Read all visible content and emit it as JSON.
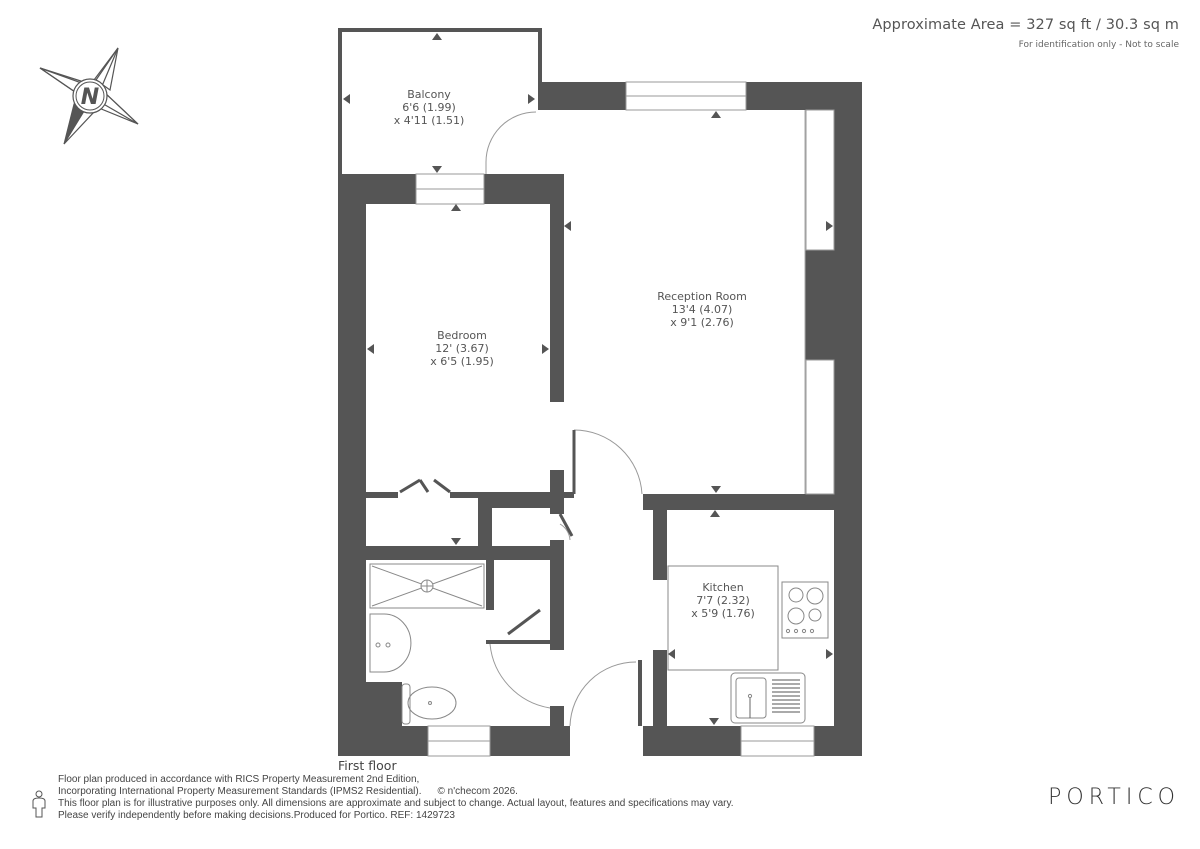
{
  "header": {
    "area_title": "Approximate Area = 327 sq ft / 30.3 sq m",
    "area_subtitle": "For identification only - Not to scale"
  },
  "compass": {
    "icon": "compass-north-icon",
    "label": "N"
  },
  "rooms": [
    {
      "name": "Balcony",
      "dim1": "6'6 (1.99)",
      "dim2": "x 4'11 (1.51)"
    },
    {
      "name": "Reception Room",
      "dim1": "13'4 (4.07)",
      "dim2": "x 9'1 (2.76)"
    },
    {
      "name": "Bedroom",
      "dim1": "12' (3.67)",
      "dim2": "x 6'5 (1.95)"
    },
    {
      "name": "Kitchen",
      "dim1": "7'7 (2.32)",
      "dim2": "x 5'9 (1.76)"
    }
  ],
  "floor_label": "First floor",
  "footer": {
    "disclaimer_lines": [
      "Floor plan produced in accordance with RICS Property Measurement 2nd Edition,",
      "Incorporating International Property Measurement Standards (IPMS2 Residential).",
      "This floor plan is for illustrative purposes only. All dimensions are approximate and subject to change. Actual layout, features and specifications may vary.",
      "Please verify independently before making decisions.Produced for Portico.   REF:  1429723"
    ],
    "copyright": "© n'checom 2026.",
    "brand": "PORTICO"
  },
  "colors": {
    "wall": "#555555",
    "line": "#999999",
    "text": "#555555"
  }
}
